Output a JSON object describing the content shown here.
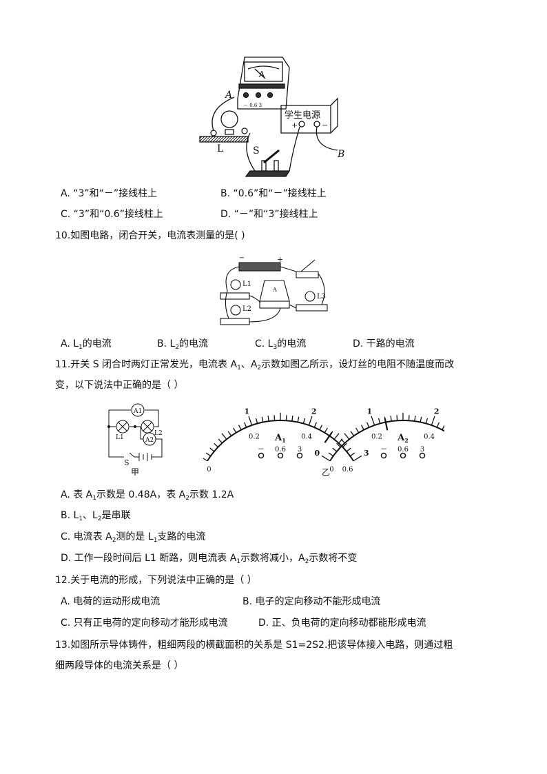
{
  "lines": [
    {
      "id": "q9-option-a",
      "segs": [
        {
          "t": "A. “3”和“－”接线柱上"
        }
      ]
    },
    {
      "id": "q9-option-b",
      "segs": [
        {
          "t": "B. “0.6”和“－”接线柱上"
        }
      ]
    },
    {
      "id": "q9-option-c",
      "segs": [
        {
          "t": "C. “3”和“0.6”接线柱上"
        }
      ]
    },
    {
      "id": "q9-option-d",
      "segs": [
        {
          "t": "D. “－”和“3”接线柱上"
        }
      ]
    },
    {
      "id": "q10-stem",
      "segs": [
        {
          "t": "10.如图电路，闭合开关，电流表测量的是(   )"
        }
      ]
    },
    {
      "id": "q10-option-a",
      "segs": [
        {
          "t": "A. L"
        },
        {
          "s": "1"
        },
        {
          "t": "的电流"
        }
      ]
    },
    {
      "id": "q10-option-b",
      "segs": [
        {
          "t": "B. L"
        },
        {
          "s": "2"
        },
        {
          "t": "的电流"
        }
      ]
    },
    {
      "id": "q10-option-c",
      "segs": [
        {
          "t": "C. L"
        },
        {
          "s": "3"
        },
        {
          "t": "的电流"
        }
      ]
    },
    {
      "id": "q10-option-d",
      "segs": [
        {
          "t": "D. 干路的电流"
        }
      ]
    },
    {
      "id": "q11-stem-1",
      "segs": [
        {
          "t": "11.开关 S 闭合时两灯正常发光，电流表 A"
        },
        {
          "s": "1"
        },
        {
          "t": "、A"
        },
        {
          "s": "2"
        },
        {
          "t": "示数如图乙所示，设灯丝的电阻不随温度而改"
        }
      ]
    },
    {
      "id": "q11-stem-2",
      "segs": [
        {
          "t": "变，以下说法中正确的是（    ）"
        }
      ]
    },
    {
      "id": "q11-option-a",
      "segs": [
        {
          "t": "A. 表 A"
        },
        {
          "s": "1"
        },
        {
          "t": "示数是 0.48A，表 A"
        },
        {
          "s": "2"
        },
        {
          "t": "示数 1.2A"
        }
      ]
    },
    {
      "id": "q11-option-b",
      "segs": [
        {
          "t": "B. L"
        },
        {
          "s": "1"
        },
        {
          "t": "、L"
        },
        {
          "s": "2"
        },
        {
          "t": "是串联"
        }
      ]
    },
    {
      "id": "q11-option-c",
      "segs": [
        {
          "t": "C. 电流表 A"
        },
        {
          "s": "2"
        },
        {
          "t": "测的是 L"
        },
        {
          "s": "1"
        },
        {
          "t": "支路的电流"
        }
      ]
    },
    {
      "id": "q11-option-d",
      "segs": [
        {
          "t": "D. 工作一段时间后 L1 断路，则电流表 A"
        },
        {
          "s": "1"
        },
        {
          "t": "示数将减小，A"
        },
        {
          "s": "2"
        },
        {
          "t": "示数将不变"
        }
      ]
    },
    {
      "id": "q12-stem",
      "segs": [
        {
          "t": "12.关于电流的形成，下列说法中正确的是（    ）"
        }
      ]
    },
    {
      "id": "q12-option-a",
      "segs": [
        {
          "t": "A. 电荷的运动形成电流"
        }
      ]
    },
    {
      "id": "q12-option-b",
      "segs": [
        {
          "t": "B. 电子的定向移动不能形成电流"
        }
      ]
    },
    {
      "id": "q12-option-c",
      "segs": [
        {
          "t": "C. 只有正电荷的定向移动才能形成电流"
        }
      ]
    },
    {
      "id": "q12-option-d",
      "segs": [
        {
          "t": "D. 正、负电荷的定向移动都能形成电流"
        }
      ]
    },
    {
      "id": "q13-stem-1",
      "segs": [
        {
          "t": "13.如图所示导体铸件，粗细两段的横截面积的关系是  S1=2S2.把该导体接入电路，则通过粗"
        }
      ]
    },
    {
      "id": "q13-stem-2",
      "segs": [
        {
          "t": "细两段导体的电流关系是（    ）"
        }
      ]
    }
  ],
  "fig9": {
    "ammeter": "A",
    "scale": "－   0.6   3",
    "lamp": "L",
    "switch": "S",
    "wire_a": "A",
    "wire_b": "B",
    "power": "学生电源",
    "plus": "+",
    "minus": "−"
  },
  "fig10": {
    "minus": "−",
    "plus": "+",
    "l1": "L1",
    "l2": "L2",
    "l3": "L3",
    "meter": "A"
  },
  "fig11": {
    "circuit": {
      "a1": "A1",
      "a2": "A2",
      "l1": "L1",
      "l2": "L2",
      "s": "S",
      "caption": "甲"
    },
    "meters": [
      {
        "name": "A1",
        "big": [
          "0",
          "1",
          "2",
          "3"
        ],
        "small": [
          "0",
          "0.2",
          "0.4",
          "0.6"
        ],
        "terminals": [
          "－",
          "0.6",
          "3"
        ],
        "reading_fraction": 0.8
      },
      {
        "name": "A2",
        "big": [
          "0",
          "1",
          "2",
          "3"
        ],
        "small": [
          "0",
          "0.2",
          "0.4",
          "0.6"
        ],
        "terminals": [
          "－",
          "0.6",
          "3"
        ],
        "reading_fraction": 0.4
      }
    ],
    "caption": "乙"
  }
}
